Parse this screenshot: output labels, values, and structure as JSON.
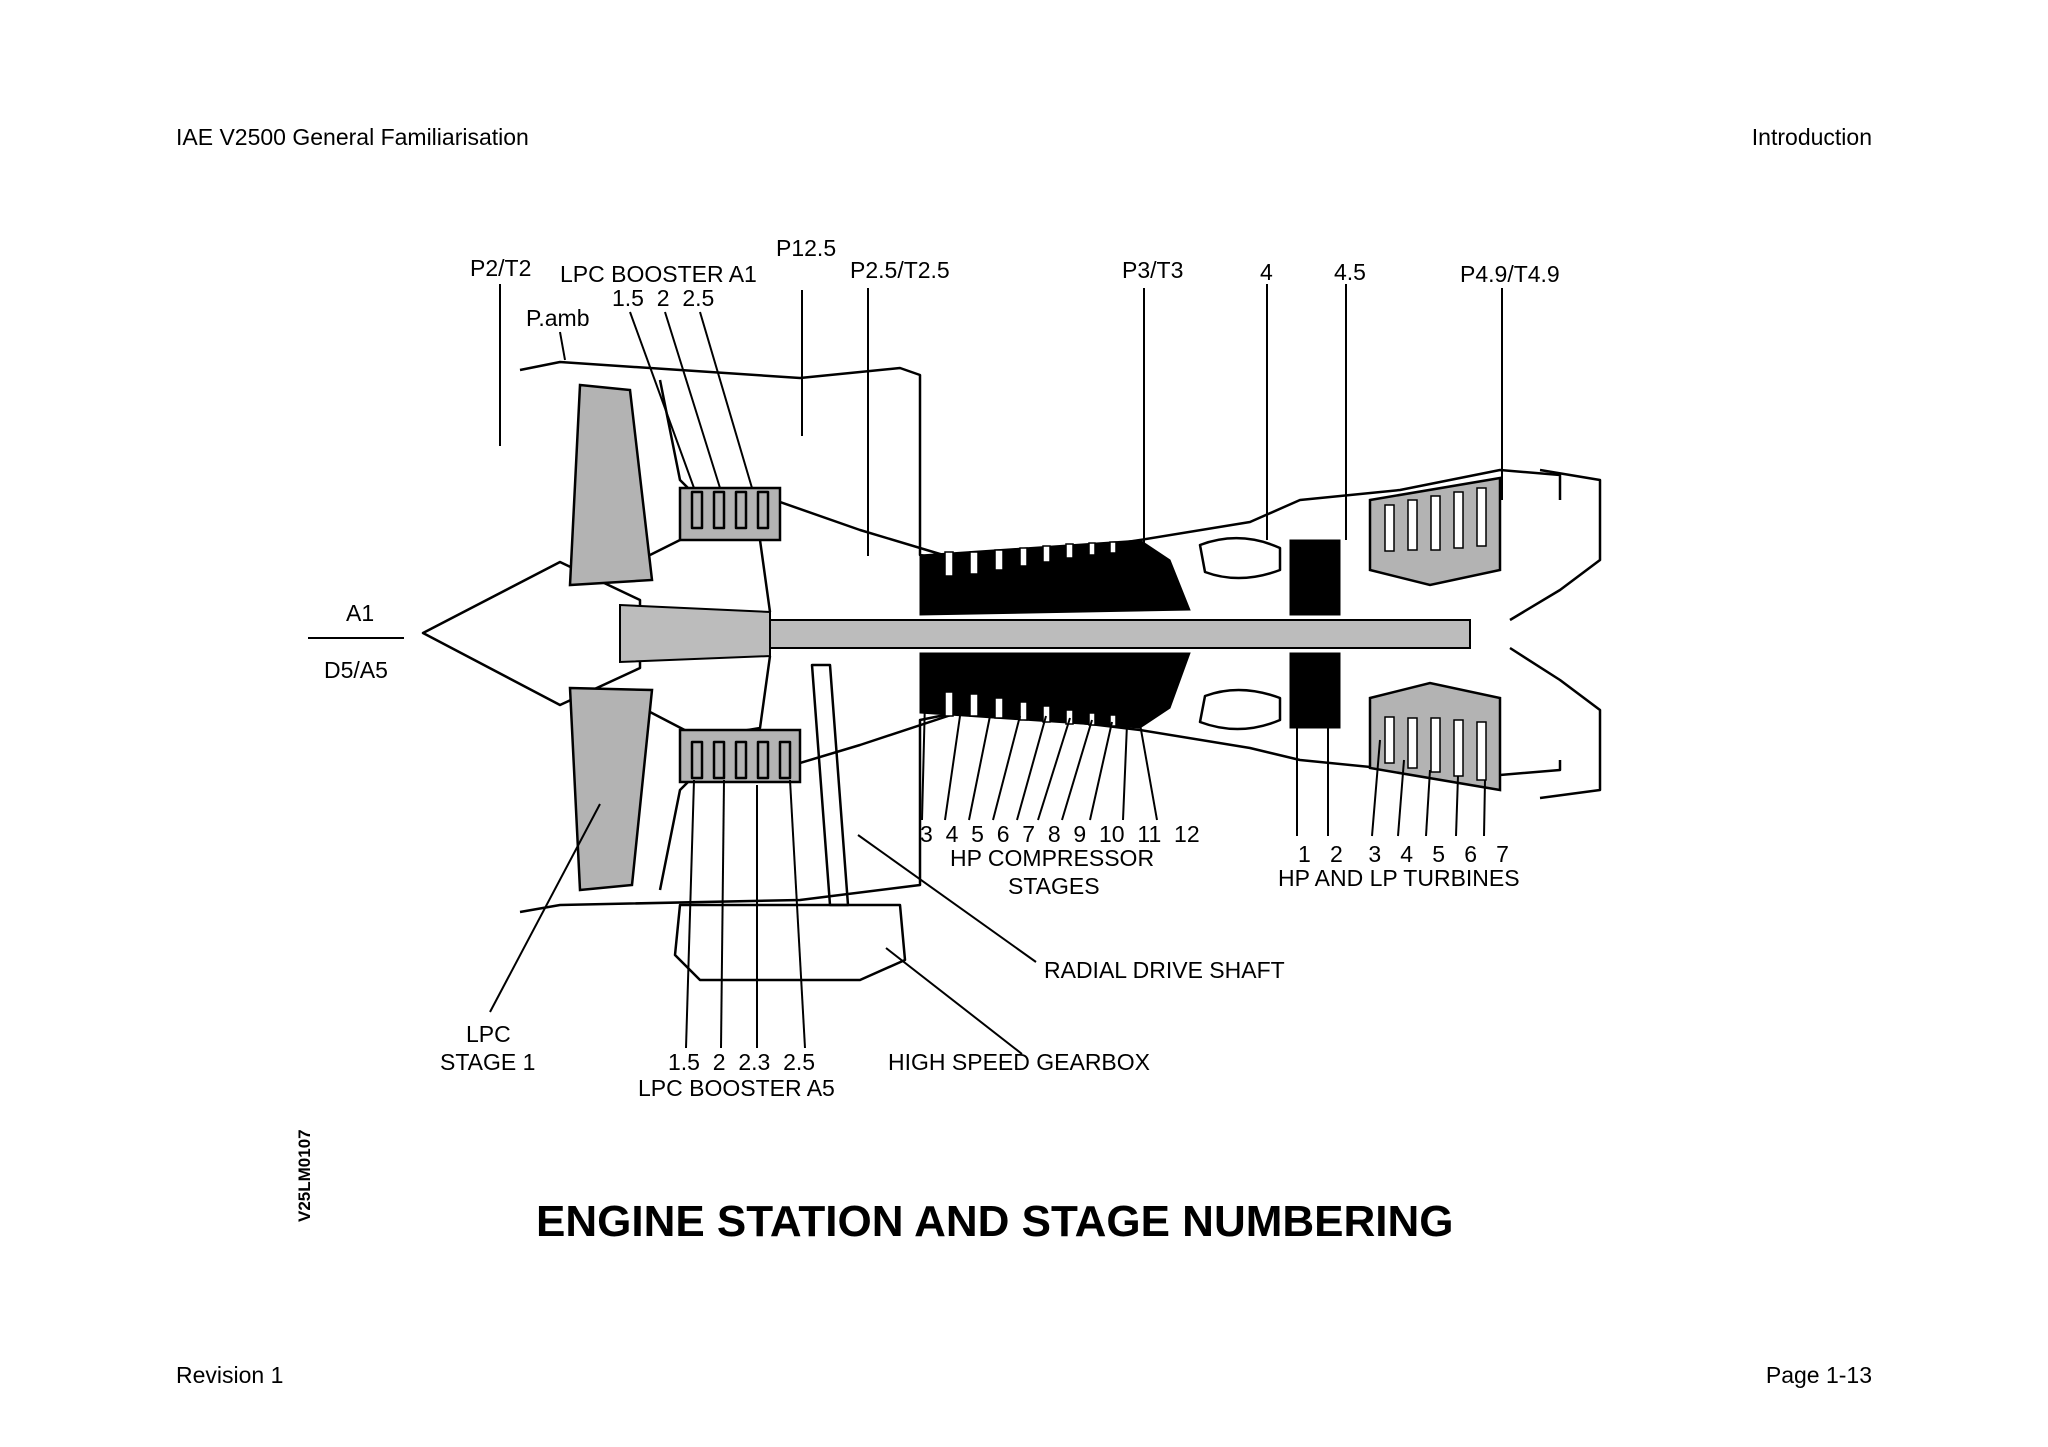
{
  "header": {
    "left": "IAE V2500 General Familiarisation",
    "right": "Introduction"
  },
  "footer": {
    "left": "Revision 1",
    "right": "Page 1-13"
  },
  "figure": {
    "code": "V25LM0107",
    "title": "ENGINE STATION AND STAGE NUMBERING",
    "labels": {
      "p2t2": "P2/T2",
      "lpc_booster_a1": "LPC BOOSTER A1",
      "a1_stations": "1.5  2  2.5",
      "pamb": "P.amb",
      "p125": "P12.5",
      "p25t25": "P2.5/T2.5",
      "p3t3": "P3/T3",
      "st4": "4",
      "st45": "4.5",
      "p49t49": "P4.9/T4.9",
      "a1": "A1",
      "d5a5": "D5/A5",
      "hpc_numbers": "3  4  5  6  7  8  9  10  11  12",
      "hpc_line1": "HP COMPRESSOR",
      "hpc_line2": "STAGES",
      "turb_numbers": "1   2    3   4   5   6   7",
      "turb_label": "HP AND LP TURBINES",
      "radial": "RADIAL DRIVE SHAFT",
      "lpc_line1": "LPC",
      "lpc_line2": "STAGE 1",
      "a5_stations": "1.5  2  2.3  2.5",
      "lpc_booster_a5": "LPC BOOSTER A5",
      "gearbox": "HIGH SPEED GEARBOX"
    }
  }
}
